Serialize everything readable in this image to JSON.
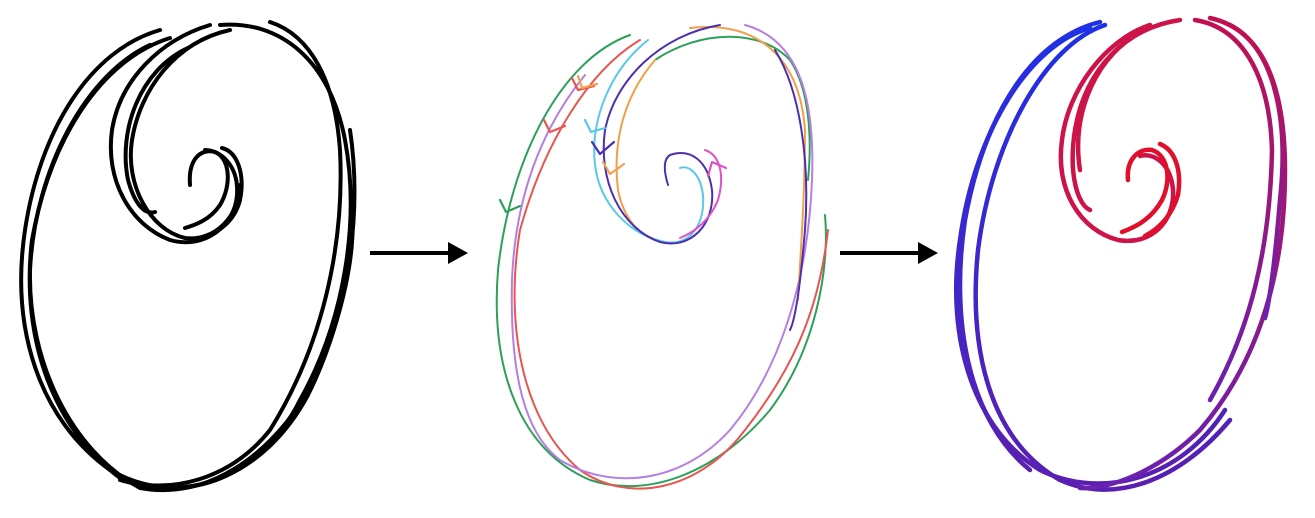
{
  "panels": [
    {
      "id": "input-sketch",
      "style": "black-strokes",
      "stroke_color": "#000000",
      "stroke_count": 8
    },
    {
      "id": "segmented-strokes",
      "style": "colored-strokes-with-direction-arrows",
      "stroke_colors": [
        "#2ca05a",
        "#e8544f",
        "#f0a04a",
        "#5bc8e8",
        "#4b2fb0",
        "#b57ee0",
        "#e050c8"
      ]
    },
    {
      "id": "ordered-strokes",
      "style": "gradient-strokes",
      "gradient": {
        "start": "#e0102a",
        "mid": "#9a1a80",
        "end": "#1e30e6"
      }
    }
  ],
  "arrows": [
    {
      "id": "arrow-1",
      "color": "#000000"
    },
    {
      "id": "arrow-2",
      "color": "#000000"
    }
  ]
}
